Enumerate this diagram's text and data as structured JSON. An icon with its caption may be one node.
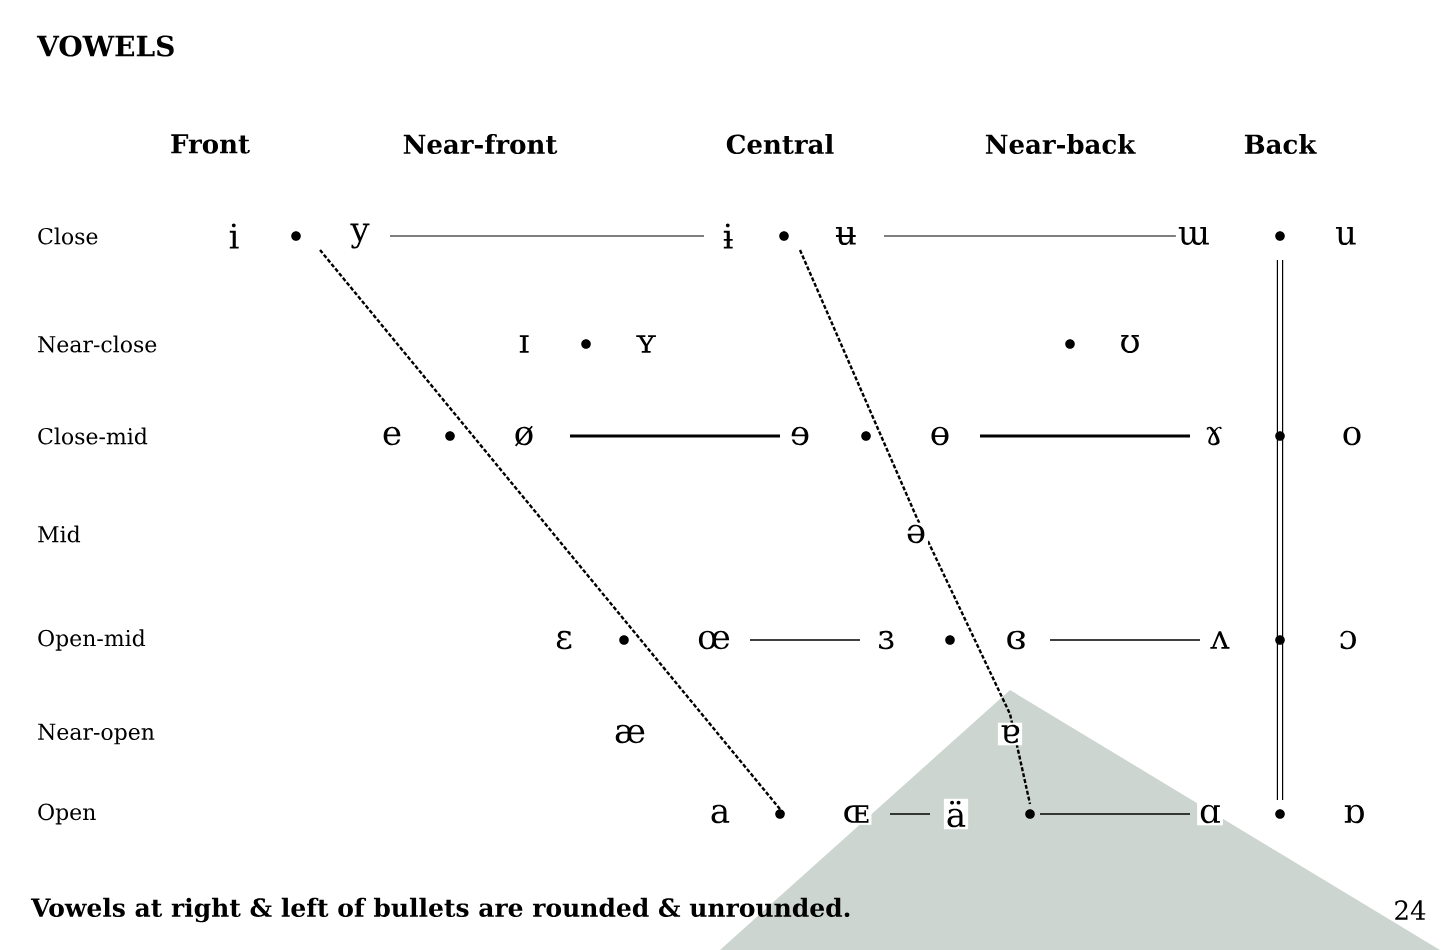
{
  "diagram": {
    "title": "VOWELS",
    "labels": [
      "Front",
      "Near-front",
      "Central",
      "Near-back",
      "Back",
      "Close",
      "i",
      "y",
      "ɨ",
      "ʉ",
      "ɯ",
      "u",
      "Near-close",
      "ɪ",
      "ʏ",
      "ʊ",
      "Close-mid",
      "e",
      "ø",
      "ɘ",
      "ɵ",
      "ɤ",
      "o",
      "Mid",
      "ə",
      "Open-mid",
      "ɛ",
      "œ",
      "ɜ",
      "ɞ",
      "ʌ",
      "ɔ",
      "Near-open",
      "æ",
      "ɐ",
      "Open",
      "a",
      "ɶ",
      "ä",
      "ɑ",
      "ɒ",
      "Vowels at right & left of bullets are rounded & unrounded.",
      "24"
    ]
  }
}
